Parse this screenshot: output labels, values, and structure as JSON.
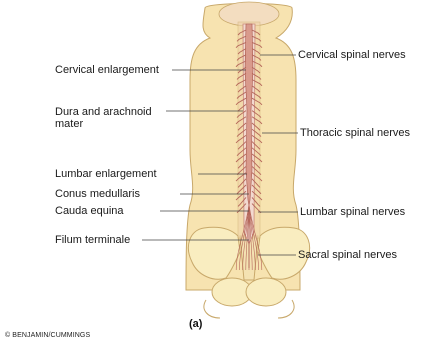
{
  "figure": {
    "panel_label": "(a)",
    "credit": "© BENJAMIN/CUMMINGS",
    "colors": {
      "skin": "#f7e3b0",
      "skin_outline": "#c8a86a",
      "bone": "#f9edc0",
      "dura": "#f3d9d0",
      "cord": "#d99a8c",
      "nerve": "#b5665a",
      "leader": "#444444"
    }
  },
  "labels_left": [
    {
      "key": "cervical_enlargement",
      "text": "Cervical enlargement"
    },
    {
      "key": "dura_arachnoid",
      "text": "Dura and arachnoid mater"
    },
    {
      "key": "lumbar_enlargement",
      "text": "Lumbar enlargement"
    },
    {
      "key": "conus_medullaris",
      "text": "Conus medullaris"
    },
    {
      "key": "cauda_equina",
      "text": "Cauda equina"
    },
    {
      "key": "filum_terminale",
      "text": "Filum terminale"
    }
  ],
  "labels_right": [
    {
      "key": "cervical_spinal_nerves",
      "text": "Cervical spinal nerves"
    },
    {
      "key": "thoracic_spinal_nerves",
      "text": "Thoracic spinal nerves"
    },
    {
      "key": "lumbar_spinal_nerves",
      "text": "Lumbar spinal nerves"
    },
    {
      "key": "sacral_spinal_nerves",
      "text": "Sacral spinal nerves"
    }
  ]
}
